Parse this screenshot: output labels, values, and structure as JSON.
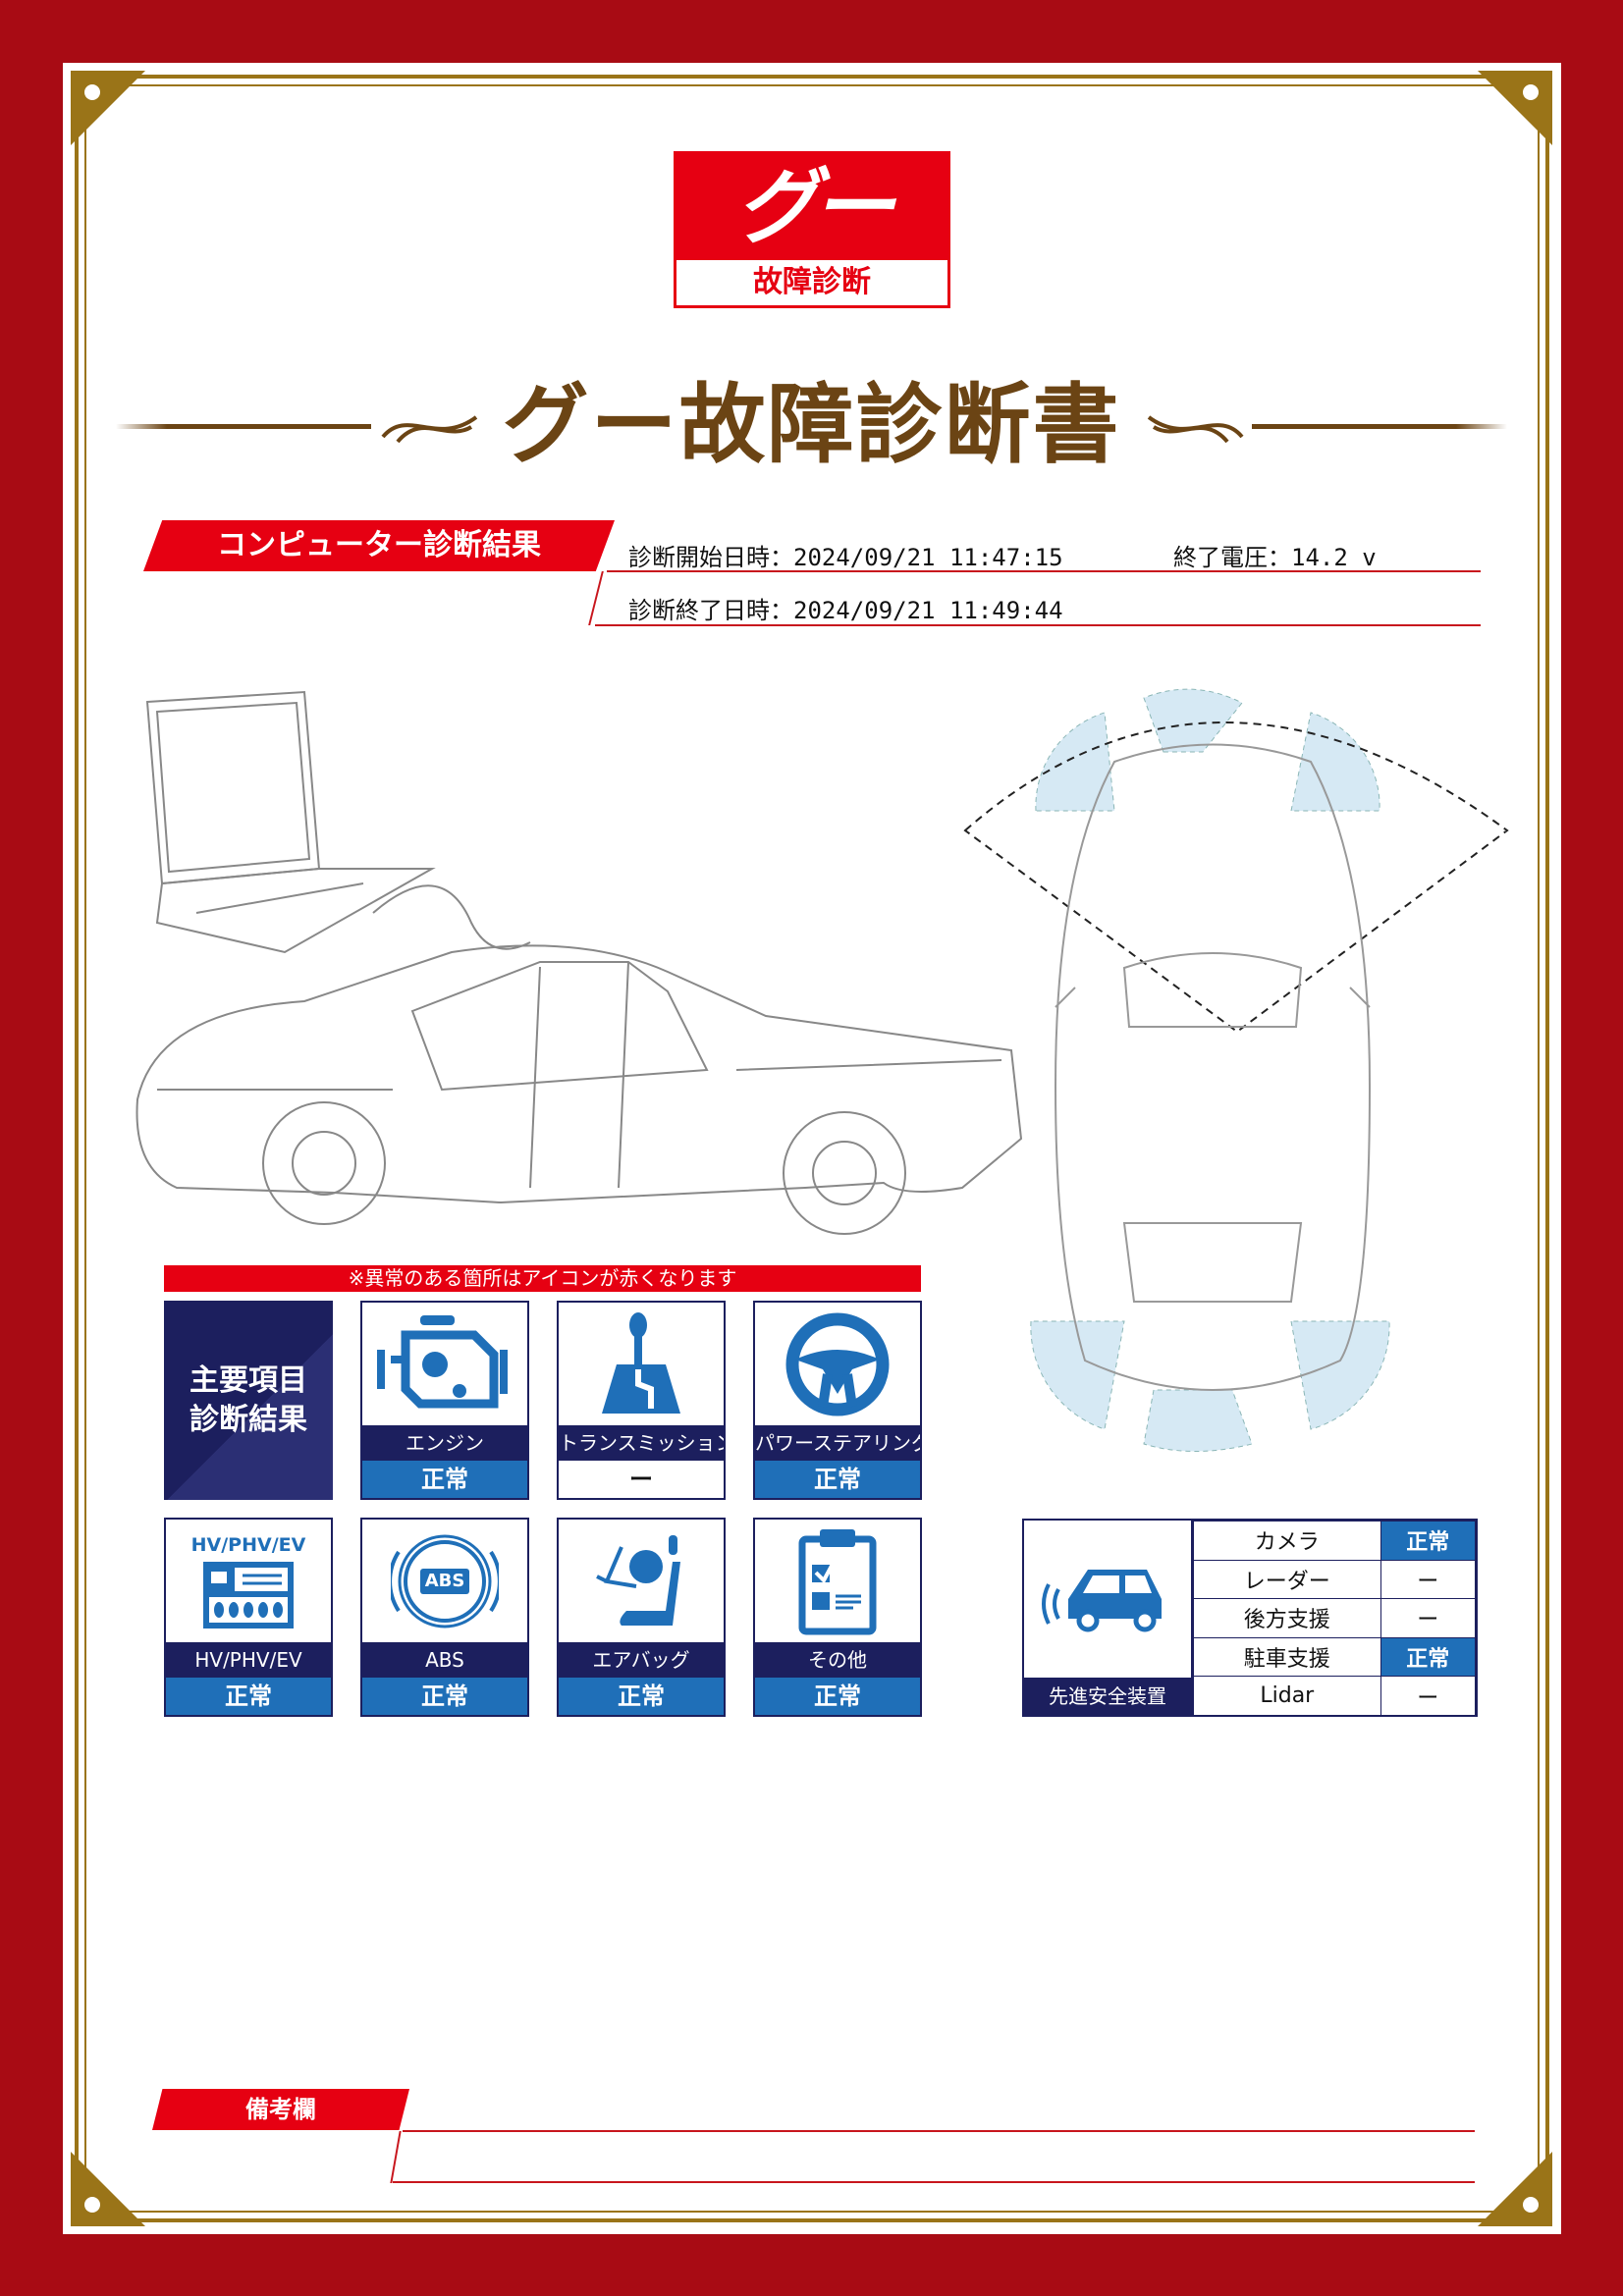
{
  "logo": {
    "mark": "グー",
    "sub": "故障診断"
  },
  "title": "グー故障診断書",
  "computer_diagnosis": {
    "header": "コンピューター診断結果",
    "start_label": "診断開始日時：",
    "start_value": "2024/09/21 11:47:15",
    "voltage_label": "終了電圧：",
    "voltage_value": "14.2 v",
    "end_label": "診断終了日時：",
    "end_value": "2024/09/21 11:49:44"
  },
  "note": "※異常のある箇所はアイコンが赤くなります",
  "main_items": {
    "label": "主要項目\n診断結果",
    "items": [
      {
        "label": "エンジン",
        "status": "正常",
        "icon": "engine-icon"
      },
      {
        "label": "トランスミッション",
        "status": "ー",
        "icon": "gear-shift-icon"
      },
      {
        "label": "パワーステアリング",
        "status": "正常",
        "icon": "steering-wheel-icon"
      },
      {
        "label": "HV/PHV/EV",
        "status": "正常",
        "icon": "hybrid-battery-icon",
        "icon_text": "HV/PHV/EV"
      },
      {
        "label": "ABS",
        "status": "正常",
        "icon": "abs-icon",
        "icon_text": "ABS"
      },
      {
        "label": "エアバッグ",
        "status": "正常",
        "icon": "airbag-icon"
      },
      {
        "label": "その他",
        "status": "正常",
        "icon": "clipboard-check-icon"
      }
    ]
  },
  "adas": {
    "label": "先進安全装置",
    "rows": [
      {
        "label": "カメラ",
        "status": "正常"
      },
      {
        "label": "レーダー",
        "status": "ー"
      },
      {
        "label": "後方支援",
        "status": "ー"
      },
      {
        "label": "駐車支援",
        "status": "正常"
      },
      {
        "label": "Lidar",
        "status": "ー"
      }
    ]
  },
  "remarks": {
    "label": "備考欄",
    "value": ""
  },
  "colors": {
    "border": "#a80b14",
    "gold": "#9a7418",
    "red": "#e60012",
    "navy": "#1c1f5e",
    "blue": "#1f6fb8",
    "title": "#6b4414"
  }
}
